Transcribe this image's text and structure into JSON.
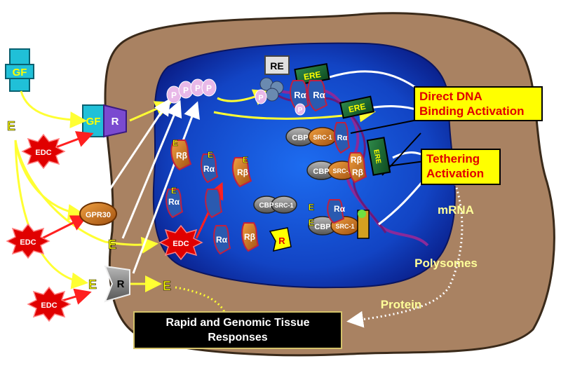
{
  "labels": {
    "gf": "GF",
    "r": "R",
    "e": "E",
    "edc": "EDC",
    "gpr30": "GPR30",
    "re": "RE",
    "ere": "ERE",
    "p": "P",
    "r_alpha": "Rα",
    "r_beta": "Rβ",
    "cbp": "CBP",
    "src1": "SRC-1",
    "mrna": "mRNA",
    "polysomes": "Polysomes",
    "protein": "Protein"
  },
  "boxes": {
    "direct_line1": "Direct DNA",
    "direct_line2": "Binding Activation",
    "tether_line1": "Tethering",
    "tether_line2": "Activation",
    "response_line1": "Rapid and Genomic Tissue",
    "response_line2": "Responses"
  },
  "colors": {
    "cell": "#a98262",
    "nucleus": "#1745c8",
    "box_fill": "#ffff00",
    "box_text": "#e00000",
    "edc_fill": "#e00000"
  }
}
